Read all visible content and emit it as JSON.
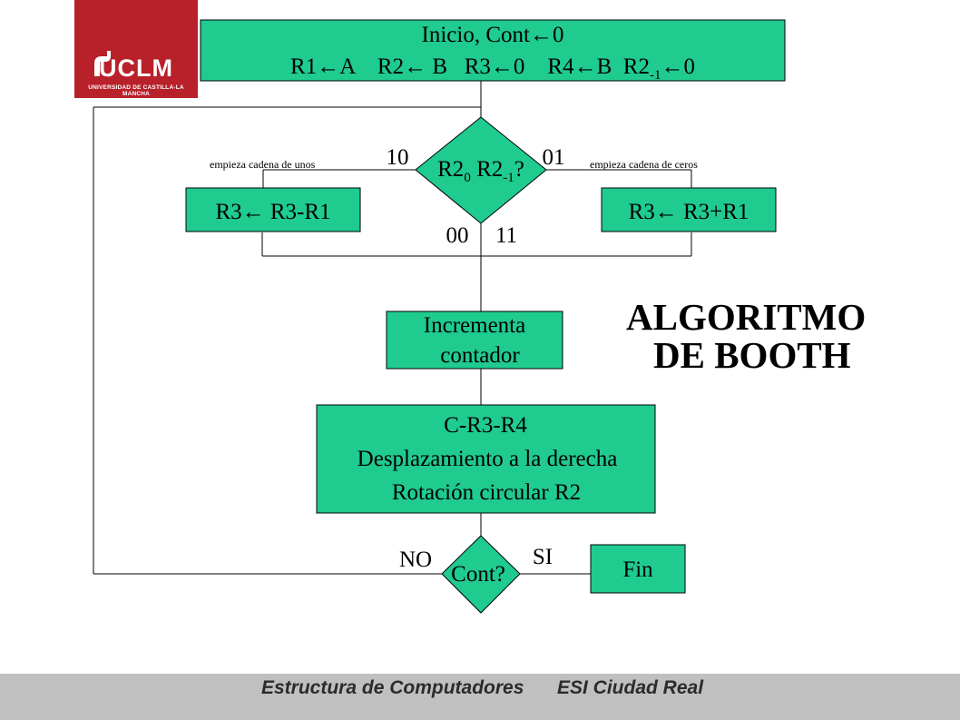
{
  "logo": {
    "word": "UCLM",
    "subtitle": "UNIVERSIDAD DE CASTILLA-LA MANCHA"
  },
  "title": {
    "line1": "ALGORITMO",
    "line2": "DE BOOTH"
  },
  "boxes": {
    "init_line1": "Inicio, Cont←0",
    "init_line2_a": "R1←A    R2← B   R3←0    R4←B  R2",
    "init_line2_sub": "-1",
    "init_line2_b": "←0",
    "sub": "R3← R3-R1",
    "add": "R3← R3+R1",
    "incr_1": "Incrementa",
    "incr_2": "contador",
    "shift_1": "C-R3-R4",
    "shift_2": "Desplazamiento  a la derecha",
    "shift_3": "Rotación circular R2",
    "fin": "Fin"
  },
  "decisions": {
    "test_a": "R2",
    "test_a_sub": "0",
    "test_b": " R2",
    "test_b_sub": "-1",
    "test_c": "?",
    "cont": "Cont?"
  },
  "labels": {
    "ten": "10",
    "zero_one": "01",
    "zero_zero": "00",
    "one_one": "11",
    "start_ones": "empieza cadena de unos",
    "start_zeros": "empieza cadena de ceros",
    "no": "NO",
    "si": "SI"
  },
  "colors": {
    "box_fill": "#1fcb8f",
    "logo": "#b8202a",
    "footer": "#c0c0c0"
  },
  "footer": {
    "left": "Estructura de Computadores",
    "right": "ESI Ciudad Real"
  }
}
